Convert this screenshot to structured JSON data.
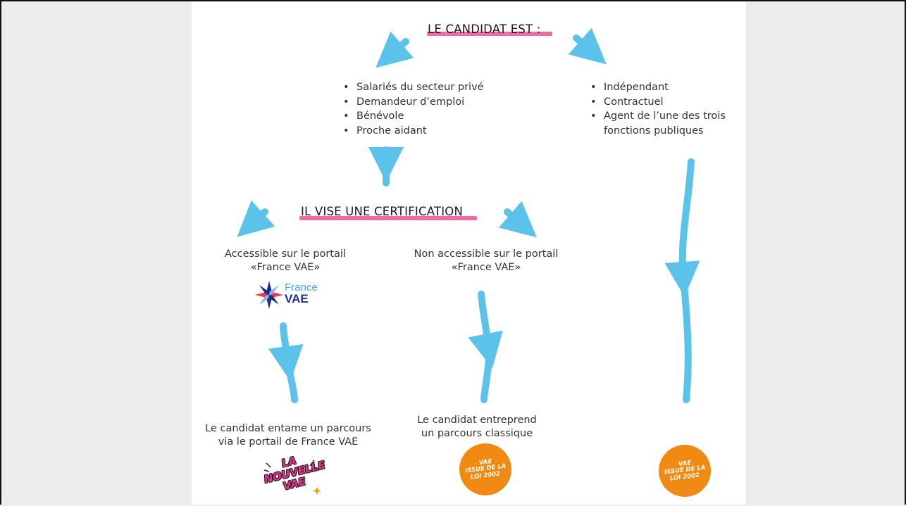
{
  "top": {
    "title": "LE CANDIDAT EST :",
    "left_list": [
      "Salariés du secteur privé",
      "Demandeur d’emploi",
      "Bénévole",
      "Proche aidant"
    ],
    "right_list": [
      "Indépendant",
      "Contractuel",
      "Agent de l’une des trois",
      "fonctions publiques"
    ]
  },
  "middle": {
    "title": "IL VISE UNE CERTIFICATION",
    "left_option": [
      "Accessible sur le portail",
      "«France VAE»"
    ],
    "right_option": [
      "Non accessible sur le portail",
      "«France VAE»"
    ],
    "france_vae_logo": {
      "word1": "France",
      "word2": "VAE"
    }
  },
  "outcomes": {
    "left": [
      "Le candidat entame un parcours",
      "via le portail de France VAE"
    ],
    "center": [
      "Le candidat entreprend",
      "un parcours classique"
    ]
  },
  "badges": {
    "nouvelle_vae": [
      "LA",
      "NOUVELLE",
      "VAE"
    ],
    "loi_2002": [
      "VAE",
      "ISSUE DE LA",
      "LOI 2002"
    ]
  },
  "colors": {
    "arrow": "#5bc3ea",
    "underline": "#f06aa6",
    "badge_orange": "#f08a12",
    "badge_pink": "#e8318a"
  },
  "icons": [
    "arrow-down-left-icon",
    "arrow-down-right-icon",
    "arrow-down-icon",
    "france-vae-star-icon"
  ]
}
